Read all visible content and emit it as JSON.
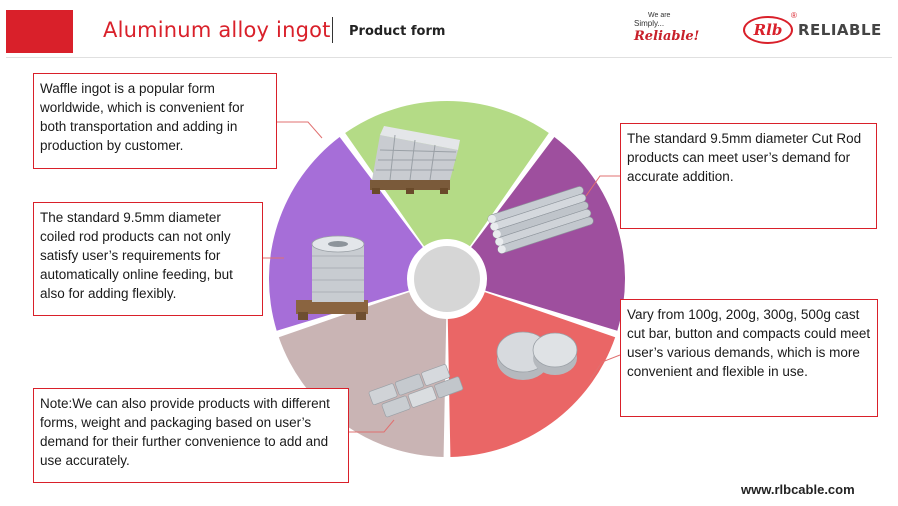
{
  "header": {
    "title": "Aluminum alloy ingot",
    "subtitle": "Product form",
    "accent_color": "#d9202a"
  },
  "logos": {
    "simply_small": "We are",
    "simply_mid": "Simply...",
    "simply_big": "Reliable!",
    "rlb_mark": "Rlb",
    "rlb_reg": "®",
    "rlb_name": "RELIABLE"
  },
  "segments": [
    {
      "name": "waffle-ingot",
      "color": "#b4db86"
    },
    {
      "name": "cut-rod",
      "color": "#9e4f9e"
    },
    {
      "name": "cast-cut-bar",
      "color": "#ea6666"
    },
    {
      "name": "other-forms",
      "color": "#c9b4b4"
    },
    {
      "name": "coiled-rod",
      "color": "#a66ed8"
    }
  ],
  "callouts": {
    "waffle": "Waffle ingot is a popular form worldwide, which is convenient for both transportation and adding in production by customer.",
    "coiled": "The standard 9.5mm diameter coiled rod products can not only satisfy user’s requirements for automatically online feeding, but also for adding flexibly.",
    "cut_rod": "The standard 9.5mm diameter Cut Rod products can meet user’s demand for accurate addition.",
    "cast": "Vary from 100g, 200g, 300g, 500g cast cut bar, button and compacts could meet user’s various demands, which is more convenient and flexible in use.",
    "note": "Note:We can also provide products with different forms, weight and packaging based on user’s demand for their further convenience to add and use accurately."
  },
  "footer": {
    "website": "www.rlbcable.com"
  }
}
